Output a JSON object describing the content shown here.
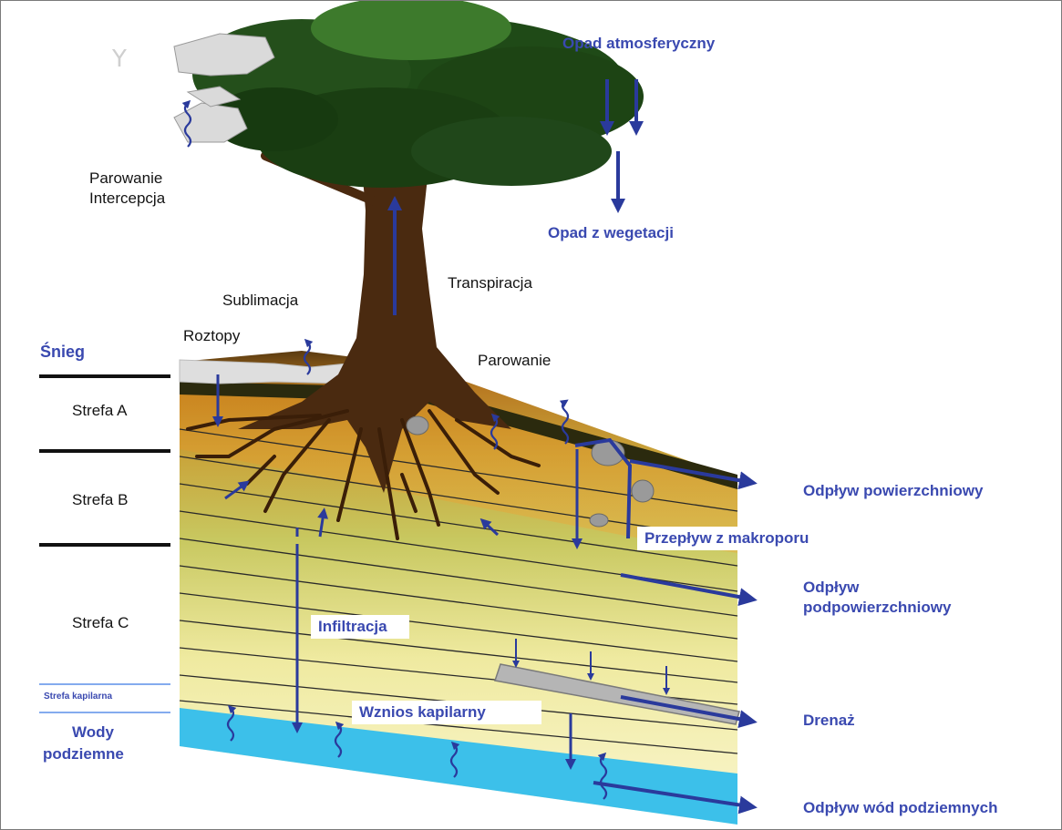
{
  "labels": {
    "opad_atmosferyczny": "Opad atmosferyczny",
    "opad_z_wegetacji": "Opad z wegetacji",
    "parowanie_intercepcja_1": "Parowanie",
    "parowanie_intercepcja_2": "Intercepcja",
    "transpiracja": "Transpiracja",
    "sublimacja": "Sublimacja",
    "roztopy": "Roztopy",
    "snieg": "Śnieg",
    "parowanie": "Parowanie",
    "strefa_a": "Strefa A",
    "strefa_b": "Strefa B",
    "strefa_c": "Strefa C",
    "strefa_kapilarna": "Strefa kapilarna",
    "wody_podziemne_1": "Wody",
    "wody_podziemne_2": "podziemne",
    "odplyw_powierzchniowy": "Odpływ powierzchniowy",
    "przeplyw_z_makroporu": "Przepływ z makroporu",
    "odplyw_podpowierzchniowy_1": "Odpływ",
    "odplyw_podpowierzchniowy_2": "podpowierzchniowy",
    "infiltracja": "Infiltracja",
    "wznios_kapilarny": "Wznios kapilarny",
    "drenaz": "Drenaż",
    "odplyw_wod_podziemnych": "Odpływ wód podziemnych"
  },
  "colors": {
    "arrow_blue": "#2a3a9c",
    "label_blue": "#3a49b0",
    "groundwater": "#3cc0ea",
    "foliage": "#1f4a17",
    "trunk": "#4a2a10",
    "snow": "#dcdcdc"
  }
}
